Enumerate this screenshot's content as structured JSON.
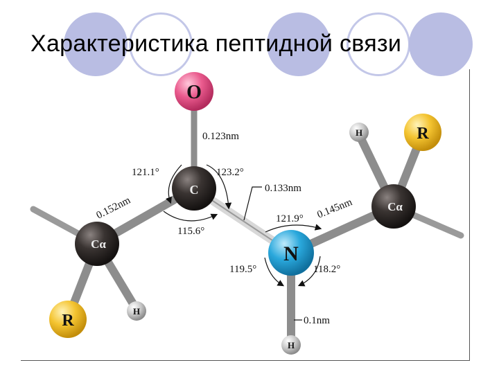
{
  "slide": {
    "title": "Характеристика пептидной связи"
  },
  "diagram": {
    "atoms": {
      "o": "O",
      "c": "C",
      "n": "N",
      "h_n": "H",
      "ca_left": "Cα",
      "ca_right": "Cα",
      "r_left": "R",
      "r_right": "R",
      "h_left": "H",
      "h_right": "H"
    },
    "bond_lengths": {
      "c_o": "0.123nm",
      "ca_c": "0.152nm",
      "c_n": "0.133nm",
      "n_ca": "0.145nm",
      "n_h": "0.1nm"
    },
    "angles": {
      "ca_c_o": "121.1°",
      "o_c_n": "123.2°",
      "ca_c_n": "115.6°",
      "c_n_ca": "121.9°",
      "c_n_h": "119.5°",
      "ca_n_h": "118.2°"
    },
    "colors": {
      "oxygen": "#e8588a",
      "nitrogen": "#27a6d9",
      "carbon": "#2b2624",
      "r_group": "#f2c12e",
      "hydrogen": "#a9a9a9",
      "bond": "#9a9a9a"
    }
  }
}
